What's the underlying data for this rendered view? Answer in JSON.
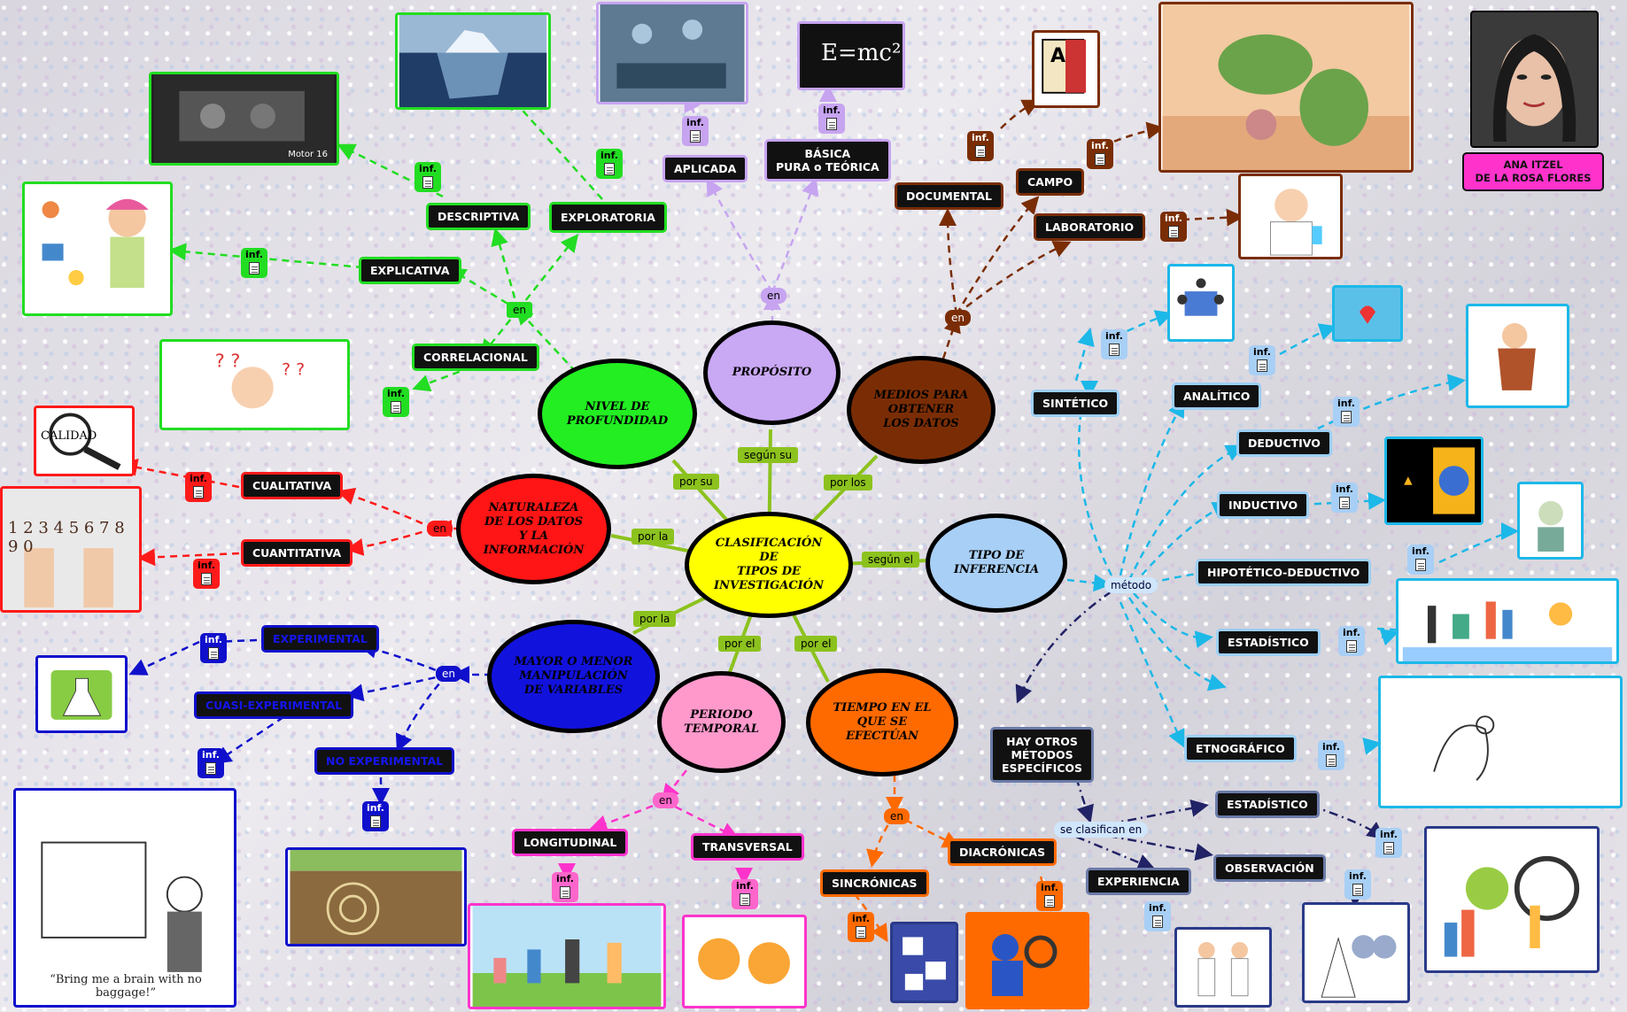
{
  "colors": {
    "green": "#22dd22",
    "purple": "#c7a4f0",
    "brown": "#7a2d05",
    "blue": "#1cb8e8",
    "red": "#ff1a1a",
    "darkblue": "#1010cc",
    "pink": "#ff66cc",
    "orange": "#ff6a00",
    "yellow": "#ffff00"
  },
  "central": "CLASIFICACIÓN\nDE\nTIPOS DE\nINVESTIGACIÓN",
  "nodes": {
    "nivel": "NIVEL DE\nPROFUNDIDAD",
    "proposito": "PROPÓSITO",
    "medios": "MEDIOS PARA\nOBTENER\nLOS DATOS",
    "naturaleza": "NATURALEZA\nDE LOS DATOS\nY LA\nINFORMACIÓN",
    "inferencia": "TIPO DE\nINFERENCIA",
    "mayor": "MAYOR O MENOR\nMANIPULACIÓN\nDE VARIABLES",
    "periodo": "PERIODO\nTEMPORAL",
    "tiempo": "TIEMPO EN EL\nQUE SE\nEFECTÚAN"
  },
  "links": {
    "por_su_1": "por su",
    "segun_su": "según su",
    "por_los": "por los",
    "por_la_1": "por la",
    "segun_el": "según el",
    "por_la_2": "por la",
    "por_el_1": "por el",
    "por_el_2": "por el",
    "en_green": "en",
    "en_purple": "en",
    "en_brown": "en",
    "en_red": "en",
    "en_blue": "en",
    "en_pink": "en",
    "en_orange": "en",
    "metodo": "método",
    "se_clasifican": "se clasifican en"
  },
  "inf_label": "inf.",
  "boxes": {
    "descriptiva": "DESCRIPTIVA",
    "exploratoria": "EXPLORATORIA",
    "explicativa": "EXPLICATIVA",
    "correlacional": "CORRELACIONAL",
    "aplicada": "APLICADA",
    "basica": "BÁSICA\nPURA o TEÓRICA",
    "documental": "DOCUMENTAL",
    "campo": "CAMPO",
    "laboratorio": "LABORATORIO",
    "cualitativa": "CUALITATIVA",
    "cuantitativa": "CUANTITATIVA",
    "experimental": "EXPERIMENTAL",
    "cuasi": "CUASI-EXPERIMENTAL",
    "noexp": "NO EXPERIMENTAL",
    "longitudinal": "LONGITUDINAL",
    "transversal": "TRANSVERSAL",
    "sincronicas": "SINCRÓNICAS",
    "diacronicas": "DIACRÓNICAS",
    "sintetico": "SINTÉTICO",
    "analitico": "ANALÍTICO",
    "deductivo": "DEDUCTIVO",
    "inductivo": "INDUCTIVO",
    "hipotetico": "HIPOTÉTICO-DEDUCTIVO",
    "estadistico1": "ESTADÍSTICO",
    "etnografico": "ETNOGRÁFICO",
    "otros": "HAY OTROS\nMÉTODOS\nESPECÍFICOS",
    "estadistico2": "ESTADÍSTICO",
    "observacion": "OBSERVACIÓN",
    "experiencia": "EXPERIENCIA"
  },
  "author": "ANA ITZEL\nDE LA ROSA FLORES",
  "images": {
    "motor_caption": "Motor 16",
    "calidad": "CALIDAD",
    "brain_caption": "“Bring me a brain with no baggage!”",
    "numbers": "1 2 3 4 5   6 7 8 9   0",
    "emc": "E=mc²",
    "doc_letter": "A"
  }
}
